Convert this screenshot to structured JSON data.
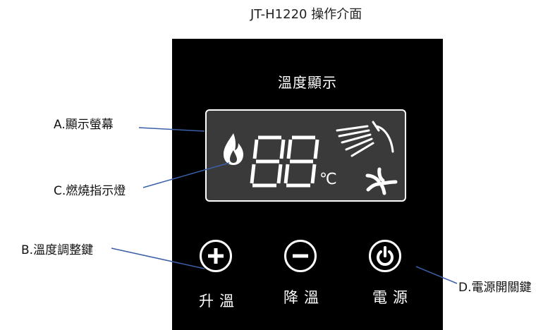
{
  "title": "JT-H1220 操作介面",
  "panel": {
    "heading": "溫度顯示",
    "display_digits": "88",
    "unit": "℃"
  },
  "buttons": {
    "temp_up_label": "升溫",
    "temp_down_label": "降溫",
    "power_label": "電源"
  },
  "callouts": {
    "a": "A.顯示螢幕",
    "b": "B.溫度調整鍵",
    "c": "C.燃燒指示燈",
    "d": "D.電源開關鍵"
  },
  "colors": {
    "panel": "#000000",
    "screen": "#3a3a3a",
    "leader": "#3a5fa8"
  },
  "icons": [
    "flame-icon",
    "shower-icon",
    "fan-icon",
    "plus-icon",
    "minus-icon",
    "power-icon"
  ]
}
